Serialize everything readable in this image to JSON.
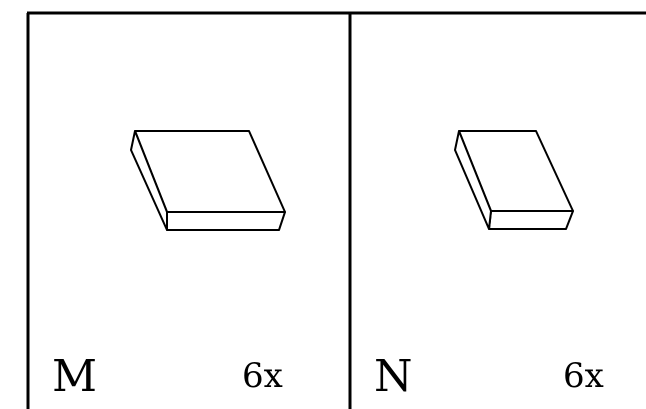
{
  "colors": {
    "line": "#000000",
    "background": "#ffffff"
  },
  "panels": [
    {
      "part_letter": "M",
      "quantity": "6x",
      "icon": "flat-rectangular-plate-icon"
    },
    {
      "part_letter": "N",
      "quantity": "6x",
      "icon": "flat-square-plate-icon"
    }
  ]
}
